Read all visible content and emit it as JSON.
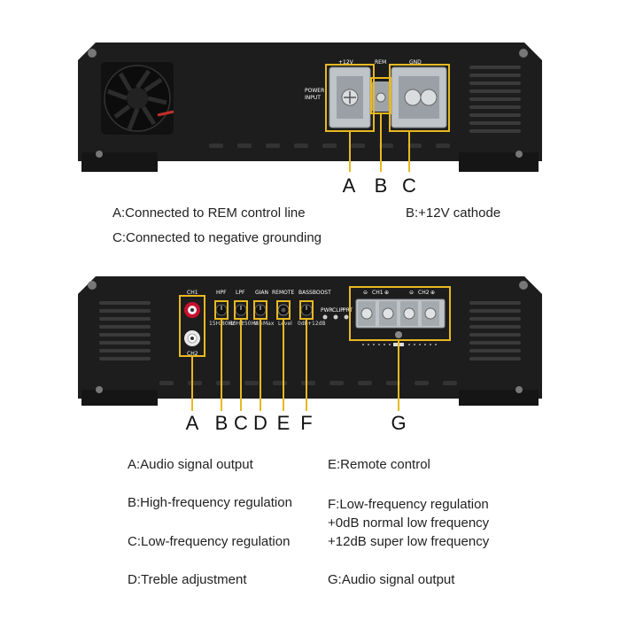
{
  "panel1": {
    "callouts": [
      "A",
      "B",
      "C"
    ],
    "silkscreen": {
      "pos": "+12V",
      "rem": "REM",
      "gnd": "GND",
      "power_input_1": "POWER",
      "power_input_2": "INPUT"
    },
    "descriptions": {
      "a": "A:Connected to REM control line",
      "b": "B:+12V cathode",
      "c": "C:Connected to negative grounding"
    }
  },
  "panel2": {
    "callouts": [
      "A",
      "B",
      "C",
      "D",
      "E",
      "F",
      "G"
    ],
    "silkscreen": {
      "ch1": "CH1",
      "ch2": "CH2",
      "hpf": "HPF",
      "lpf": "LPF",
      "gian": "GIAN",
      "remote": "REMOTE",
      "bassboost": "BASSBOOST",
      "hpf_range_1": "15Hz",
      "hpf_range_2": "80Hz",
      "lpf_range_1": "80Hz",
      "lpf_range_2": "250Hz",
      "gain_range_1": "Min",
      "gain_range_2": "Max",
      "remote_sub": "Level",
      "bass_range_1": "0dB",
      "bass_range_2": "+12dB",
      "pwr": "PWR",
      "clip": "CLIP",
      "prt": "PRT",
      "out_ch1": "CH1",
      "out_ch2": "CH2"
    },
    "descriptions": {
      "a": "A:Audio signal output",
      "b": "B:High-frequency regulation",
      "c": "C:Low-frequency regulation",
      "d": "D:Treble adjustment",
      "e": "E:Remote control",
      "f1": "F:Low-frequency regulation",
      "f2": "+0dB normal low frequency",
      "f3": "+12dB super low frequency",
      "g": "G:Audio signal output"
    }
  },
  "colors": {
    "chassis": "#1c1c1c",
    "highlight": "#e8b820",
    "rca_red": "#c8102e"
  }
}
